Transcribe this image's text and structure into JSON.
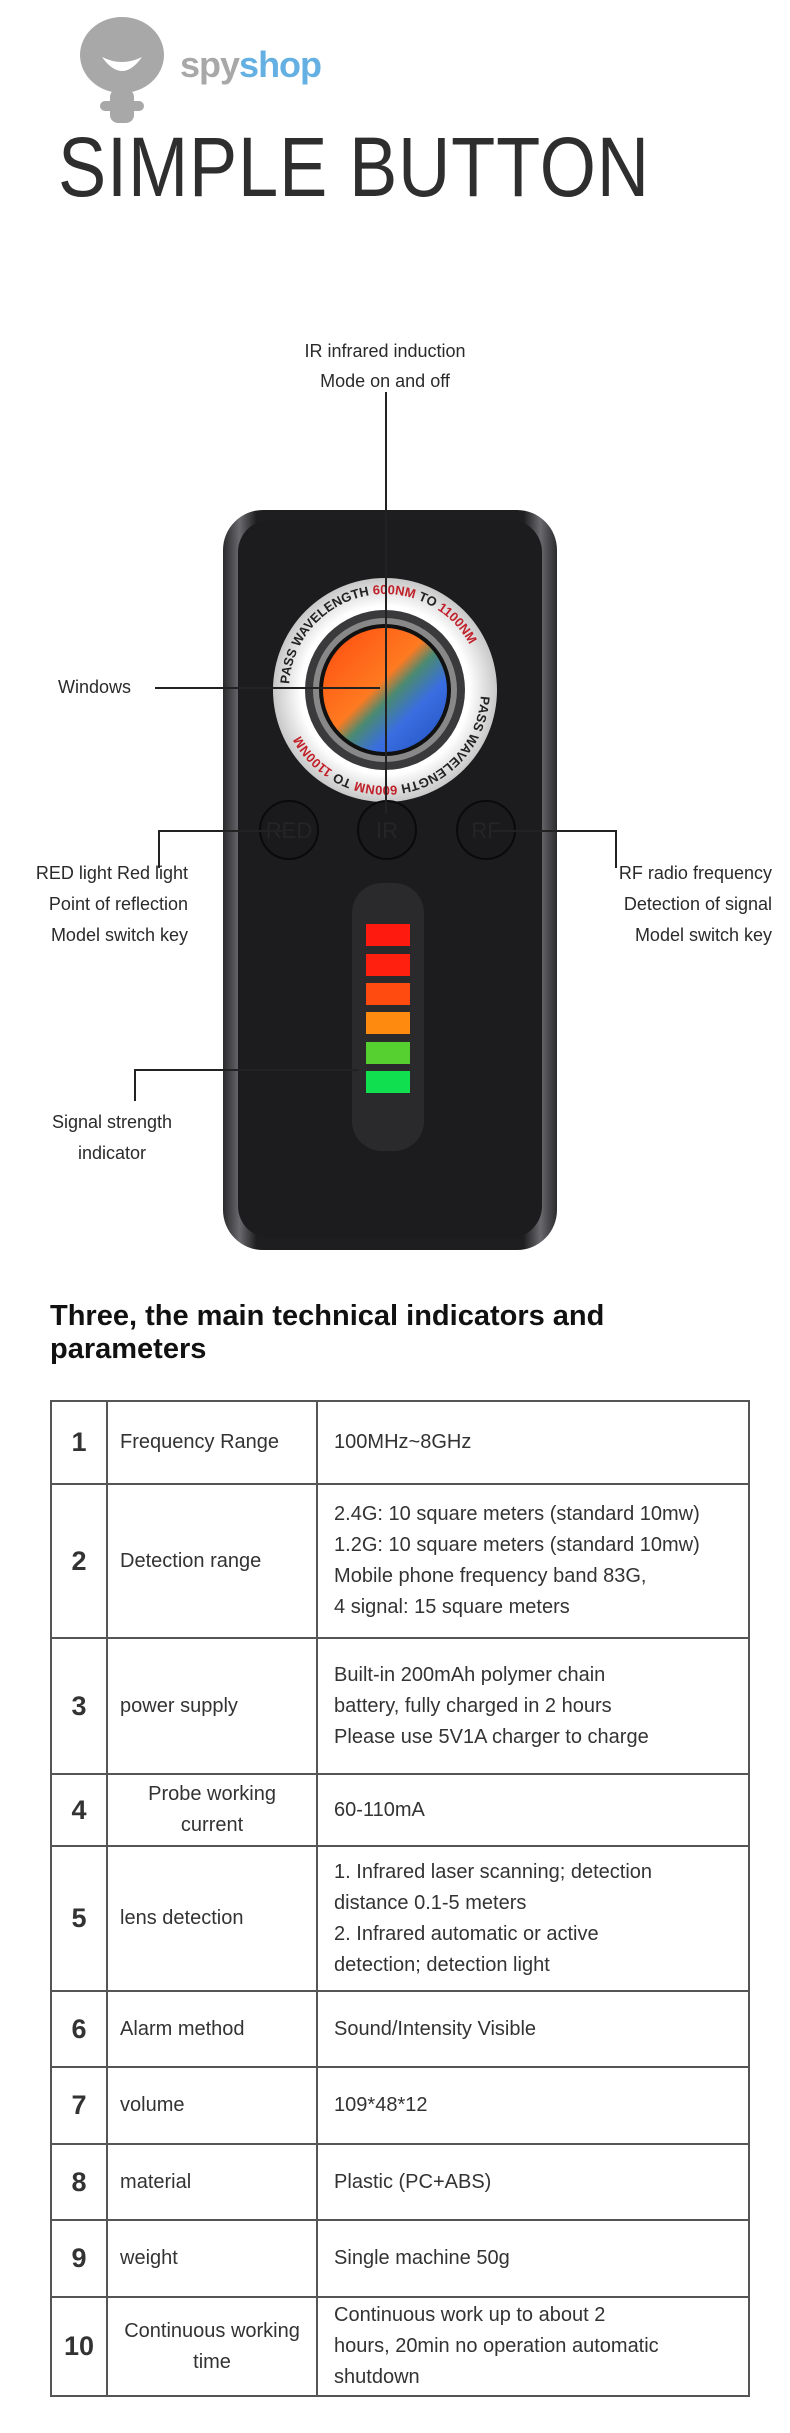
{
  "watermark": {
    "text": "spyshop",
    "colors": {
      "spy": "#9a9a9a",
      "shop": "#4aa3df"
    }
  },
  "title": "SIMPLE BUTTON",
  "callouts": {
    "ir": [
      "IR infrared induction",
      "Mode on and off"
    ],
    "windows": "Windows",
    "red": [
      "RED light Red light",
      "Point of reflection",
      "Model switch key"
    ],
    "rf": [
      "RF radio frequency",
      "Detection of signal",
      "Model switch key"
    ],
    "signal": [
      "Signal strength",
      "indicator"
    ]
  },
  "device": {
    "ring_text": {
      "a": "PASS WAVELENGTH ",
      "b": "600NM",
      "c": " TO ",
      "d": "1100NM"
    },
    "buttons": [
      "RED",
      "IR",
      "RF"
    ],
    "led_colors": [
      "#ff1a10",
      "#ff2010",
      "#ff4a10",
      "#ff8a10",
      "#55d030",
      "#10e050"
    ]
  },
  "section_heading": "Three, the main technical indicators and parameters",
  "specs": [
    {
      "n": "1",
      "k": "Frequency Range",
      "v": [
        "100MHz~8GHz"
      ]
    },
    {
      "n": "2",
      "k": "Detection range",
      "v": [
        "2.4G: 10 square meters (standard 10mw)",
        "1.2G: 10 square meters (standard 10mw)",
        "Mobile phone frequency band 83G,",
        "4 signal: 15 square meters"
      ]
    },
    {
      "n": "3",
      "k": "power supply",
      "v": [
        "Built-in 200mAh polymer chain",
        "battery, fully charged in 2 hours",
        "Please use 5V1A charger to charge"
      ]
    },
    {
      "n": "4",
      "k": "Probe working current",
      "v": [
        "60-110mA"
      ]
    },
    {
      "n": "5",
      "k": "lens detection",
      "v": [
        "1. Infrared laser scanning; detection",
        "distance 0.1-5 meters",
        "2. Infrared automatic or active",
        "detection; detection light"
      ]
    },
    {
      "n": "6",
      "k": "Alarm method",
      "v": [
        "Sound/Intensity Visible"
      ]
    },
    {
      "n": "7",
      "k": "volume",
      "v": [
        "109*48*12"
      ]
    },
    {
      "n": "8",
      "k": "material",
      "v": [
        "Plastic (PC+ABS)"
      ]
    },
    {
      "n": "9",
      "k": "weight",
      "v": [
        "Single machine 50g"
      ]
    },
    {
      "n": "10",
      "k": "Continuous working time",
      "v": [
        "Continuous work up to about 2",
        "hours, 20min no operation automatic",
        "shutdown"
      ]
    }
  ]
}
